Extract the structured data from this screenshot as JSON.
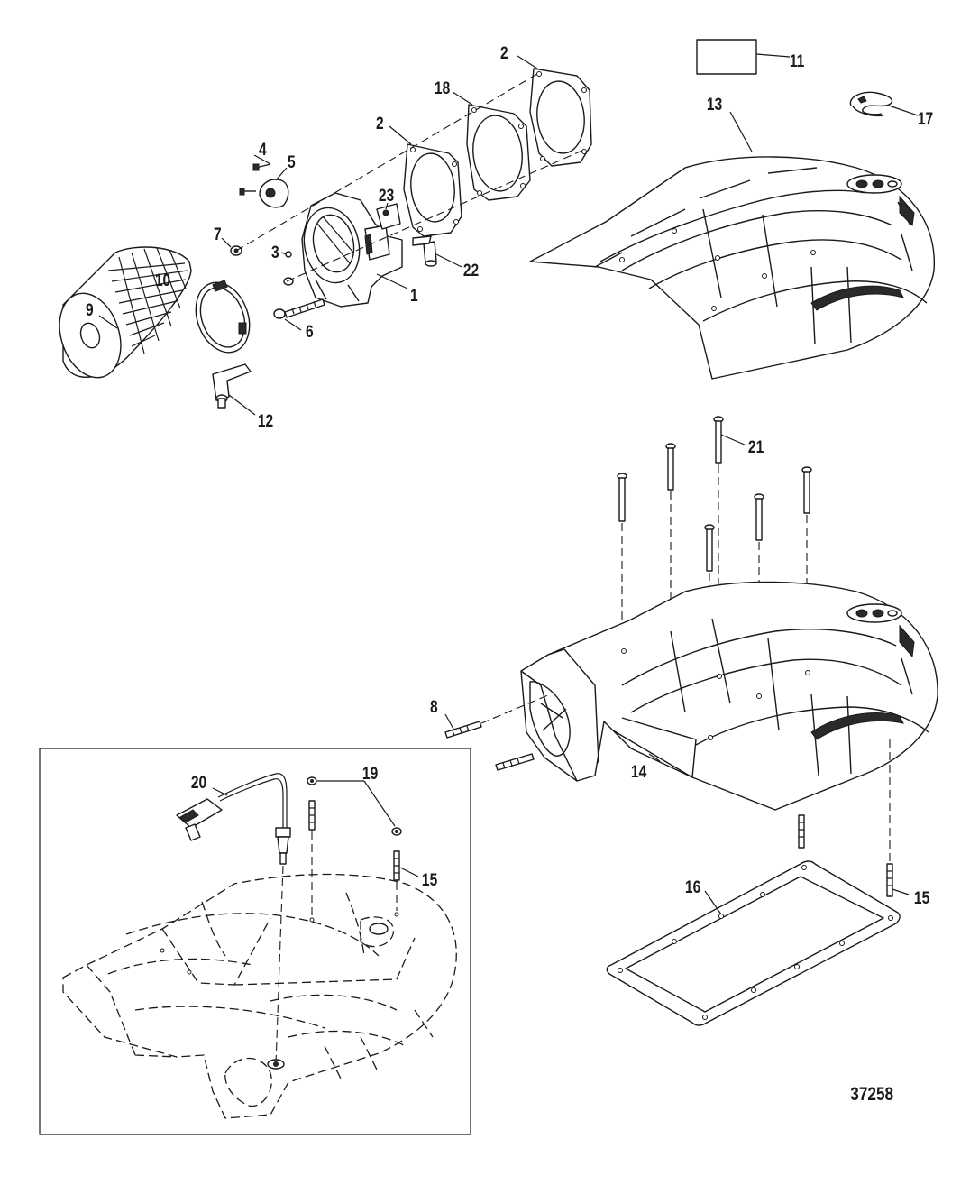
{
  "diagram": {
    "figure_number": "37258",
    "callouts": {
      "c1": "1",
      "c2a": "2",
      "c2b": "2",
      "c3": "3",
      "c4": "4",
      "c5": "5",
      "c6": "6",
      "c7": "7",
      "c8": "8",
      "c9": "9",
      "c10": "10",
      "c11": "11",
      "c12": "12",
      "c13": "13",
      "c14": "14",
      "c15a": "15",
      "c15b": "15",
      "c16": "16",
      "c17": "17",
      "c18": "18",
      "c19": "19",
      "c20": "20",
      "c21": "21",
      "c22": "22",
      "c23": "23"
    }
  }
}
